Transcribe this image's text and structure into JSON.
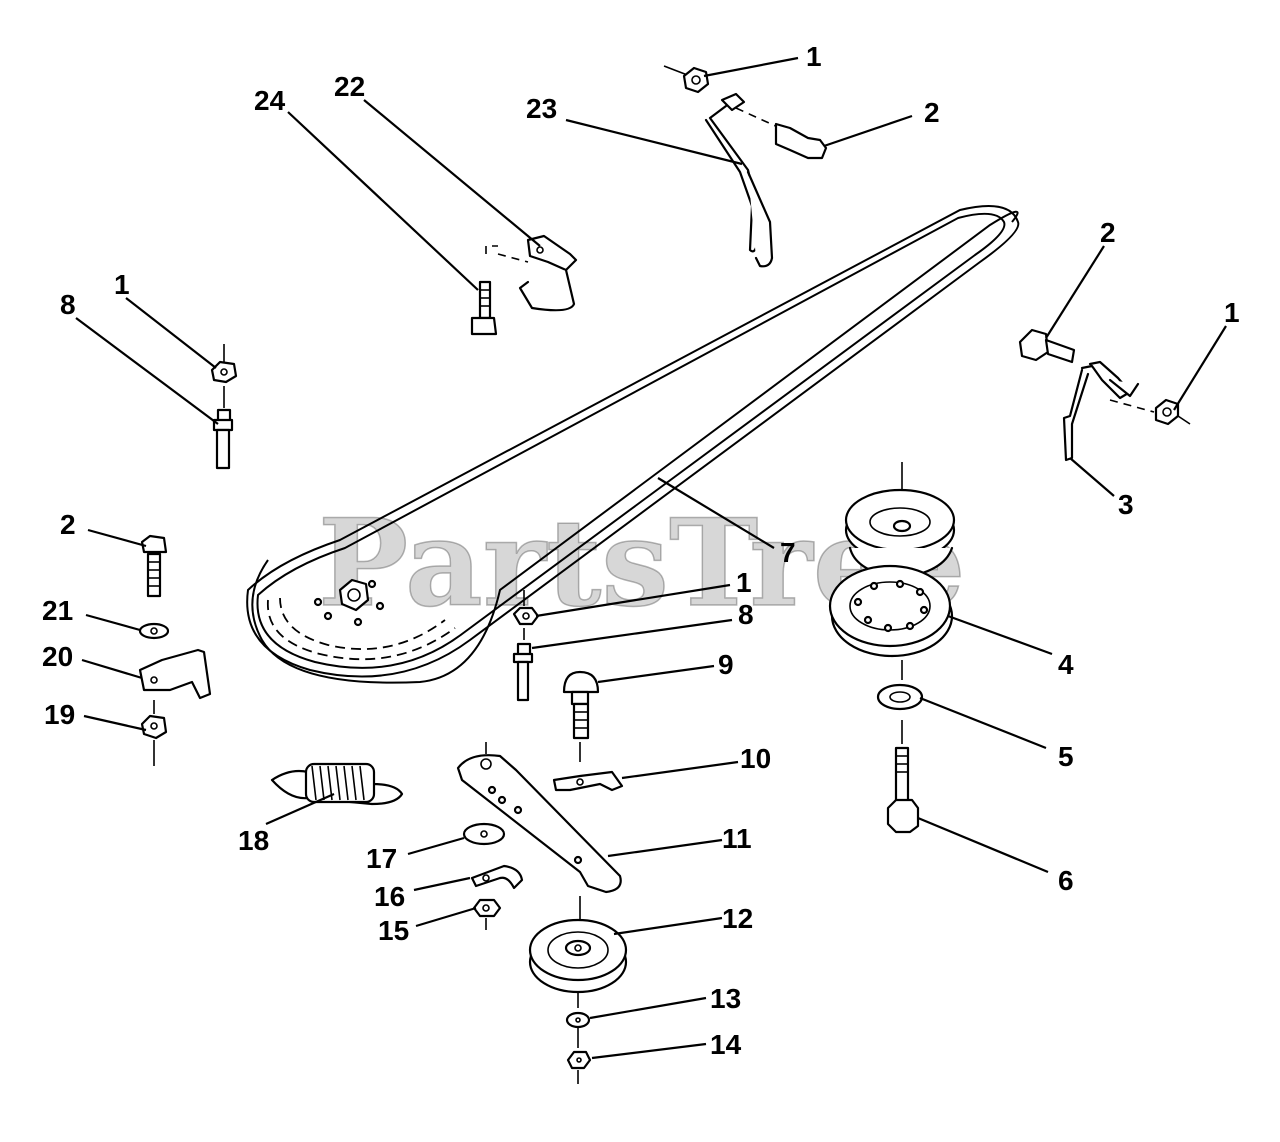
{
  "watermark": "PartsTree",
  "callouts": [
    {
      "id": "c1a",
      "label": "1"
    },
    {
      "id": "c2a",
      "label": "2"
    },
    {
      "id": "c23",
      "label": "23"
    },
    {
      "id": "c24",
      "label": "24"
    },
    {
      "id": "c22",
      "label": "22"
    },
    {
      "id": "c2b",
      "label": "2"
    },
    {
      "id": "c1b",
      "label": "1"
    },
    {
      "id": "c1c",
      "label": "1"
    },
    {
      "id": "c8a",
      "label": "8"
    },
    {
      "id": "c3",
      "label": "3"
    },
    {
      "id": "c2c",
      "label": "2"
    },
    {
      "id": "c7",
      "label": "7"
    },
    {
      "id": "c21",
      "label": "21"
    },
    {
      "id": "c1d",
      "label": "1"
    },
    {
      "id": "c8b",
      "label": "8"
    },
    {
      "id": "c20",
      "label": "20"
    },
    {
      "id": "c4",
      "label": "4"
    },
    {
      "id": "c9",
      "label": "9"
    },
    {
      "id": "c19",
      "label": "19"
    },
    {
      "id": "c5",
      "label": "5"
    },
    {
      "id": "c10",
      "label": "10"
    },
    {
      "id": "c18",
      "label": "18"
    },
    {
      "id": "c11",
      "label": "11"
    },
    {
      "id": "c17",
      "label": "17"
    },
    {
      "id": "c6",
      "label": "6"
    },
    {
      "id": "c16",
      "label": "16"
    },
    {
      "id": "c15",
      "label": "15"
    },
    {
      "id": "c12",
      "label": "12"
    },
    {
      "id": "c13",
      "label": "13"
    },
    {
      "id": "c14",
      "label": "14"
    }
  ]
}
